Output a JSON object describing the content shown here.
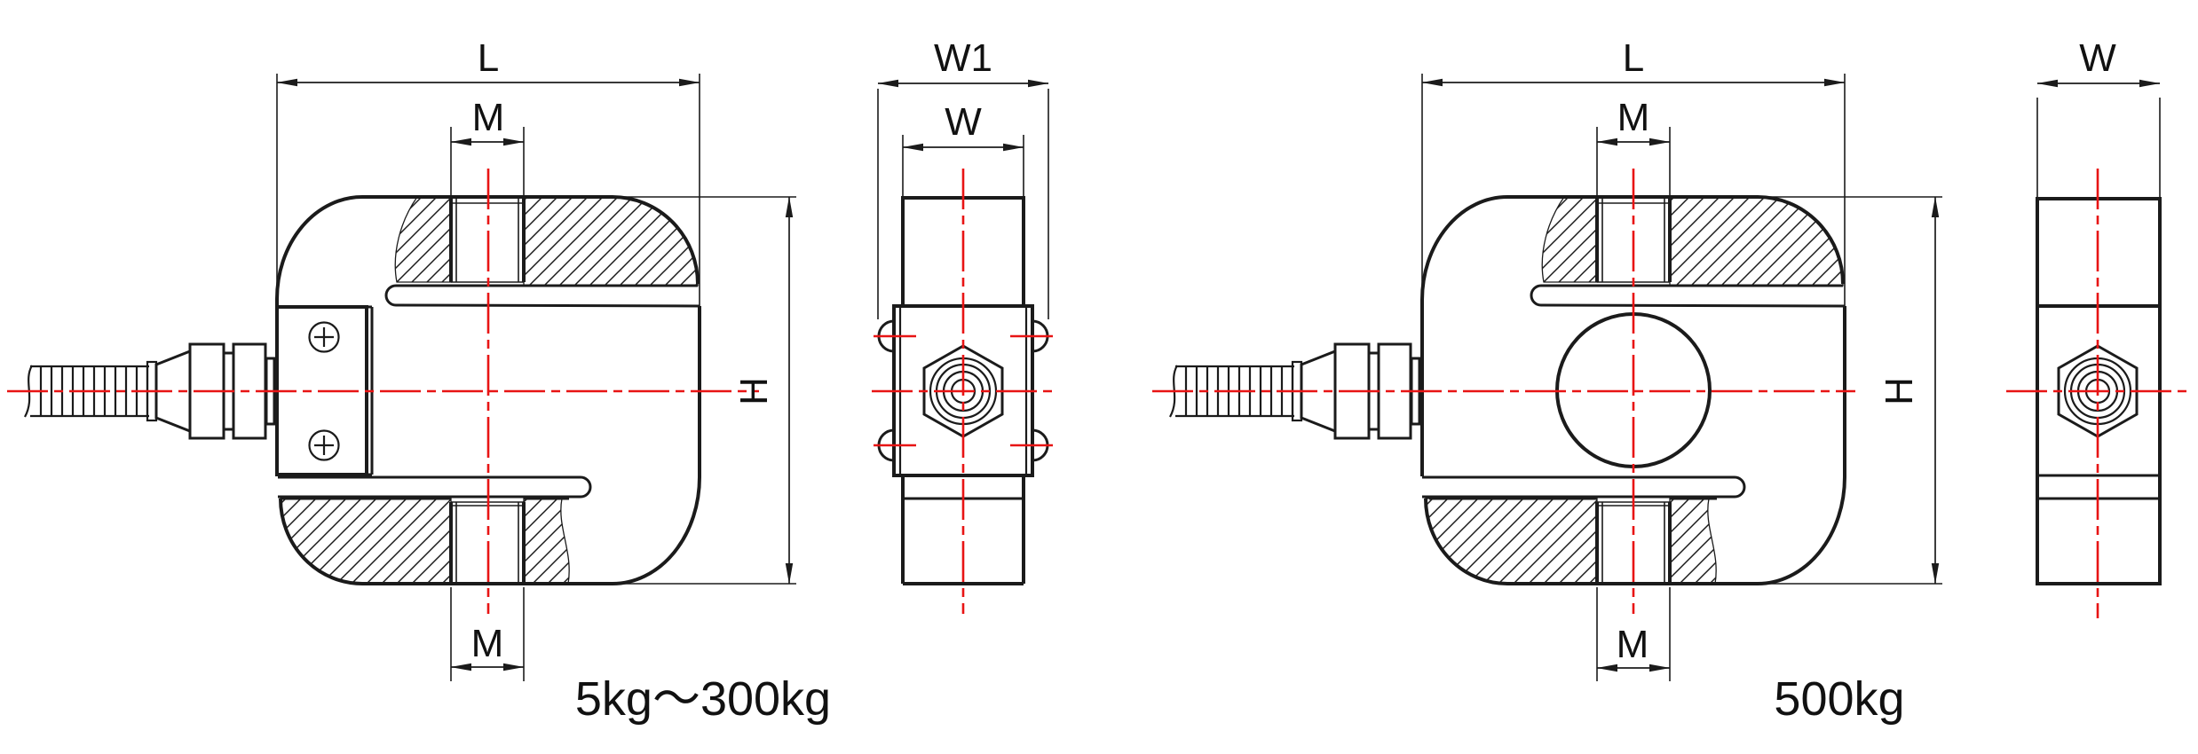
{
  "colors": {
    "line": "#1b1b1b",
    "centerline_red": "#e81414",
    "background": "#ffffff"
  },
  "left_drawing": {
    "caption": "5kg〜300kg",
    "front": {
      "length_label": "L",
      "top_thread_label": "M",
      "bottom_thread_label": "M",
      "height_label": "H"
    },
    "side": {
      "overall_width_label": "W1",
      "width_label": "W"
    }
  },
  "right_drawing": {
    "caption": "500kg",
    "front": {
      "length_label": "L",
      "top_thread_label": "M",
      "bottom_thread_label": "M",
      "height_label": "H"
    },
    "side": {
      "width_label": "W"
    }
  }
}
